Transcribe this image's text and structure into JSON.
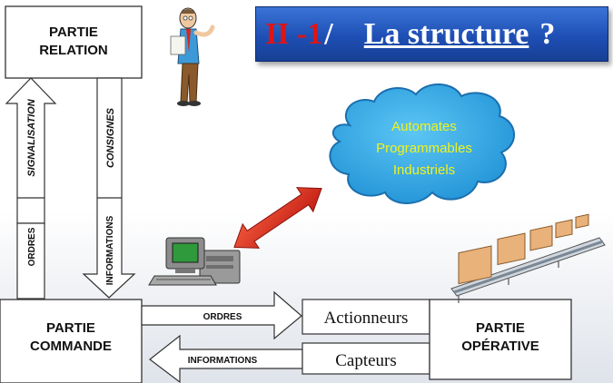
{
  "title": {
    "number": "II -1",
    "slash": "/",
    "text": "La structure",
    "question_mark": "?"
  },
  "boxes": {
    "partie_relation": {
      "line1": "PARTIE",
      "line2": "RELATION"
    },
    "partie_commande": {
      "line1": "PARTIE",
      "line2": "COMMANDE"
    },
    "partie_operative": {
      "line1": "PARTIE",
      "line2": "OPÉRATIVE"
    },
    "actionneurs": "Actionneurs",
    "capteurs": "Capteurs"
  },
  "arrows": {
    "signalisation": "SIGNALISATION",
    "consignes": "CONSIGNES",
    "ordres_vertical": "ORDRES",
    "informations_vertical": "INFORMATIONS",
    "ordres_horizontal": "ORDRES",
    "informations_horizontal": "INFORMATIONS"
  },
  "cloud": {
    "line1": "Automates",
    "line2": "Programmables",
    "line3": "Industriels"
  },
  "colors": {
    "banner_blue": "#1e4fb5",
    "title_red": "#e01414",
    "cloud_blue": "#2fa9e6",
    "cloud_text": "#f2f21a",
    "double_arrow_red": "#d8261c"
  },
  "icons": [
    "cartoon-man-icon",
    "computer-icon",
    "conveyor-boxes-icon"
  ]
}
